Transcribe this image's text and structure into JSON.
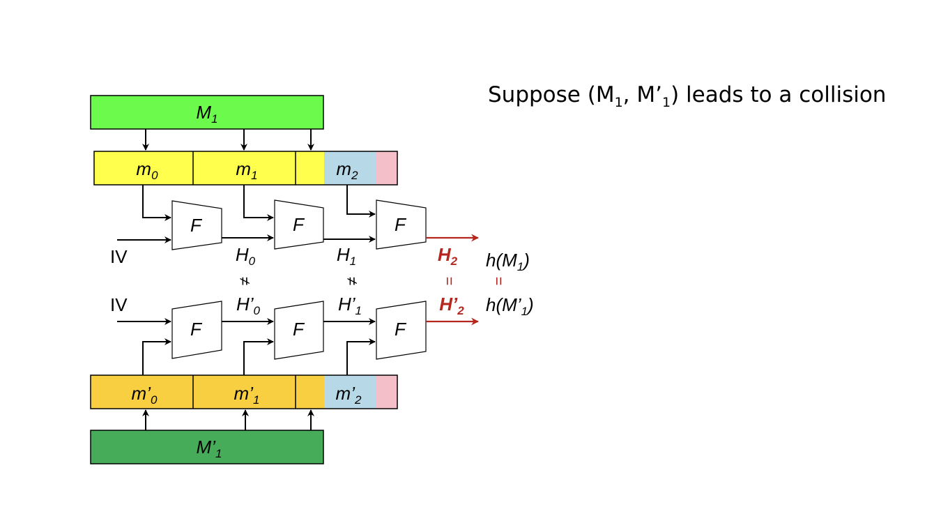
{
  "headline": {
    "prefix": "Suppose (M",
    "sub1": "1",
    "mid": ", M’",
    "sub2": "1",
    "suffix": ") leads to a collision"
  },
  "top": {
    "message_block": {
      "base": "M",
      "sub": "1"
    },
    "blocks": [
      {
        "base": "m",
        "sub": "0"
      },
      {
        "base": "m",
        "sub": "1"
      },
      {
        "base": "m",
        "sub": "2"
      }
    ],
    "iv": "IV",
    "compress_labels": [
      "F",
      "F",
      "F"
    ],
    "chain": [
      {
        "base": "H",
        "sub": "0"
      },
      {
        "base": "H",
        "sub": "1"
      },
      {
        "base": "H",
        "sub": "2"
      }
    ],
    "hash": {
      "pre": "h(M",
      "sub": "1",
      "post": ")"
    }
  },
  "bottom": {
    "message_block": {
      "base": "M’",
      "sub": "1"
    },
    "blocks": [
      {
        "base": "m’",
        "sub": "0"
      },
      {
        "base": "m’",
        "sub": "1"
      },
      {
        "base": "m’",
        "sub": "2"
      }
    ],
    "iv": "IV",
    "compress_labels": [
      "F",
      "F",
      "F"
    ],
    "chain": [
      {
        "base": "H’",
        "sub": "0"
      },
      {
        "base": "H’",
        "sub": "1"
      },
      {
        "base": "H’",
        "sub": "2"
      }
    ],
    "hash": {
      "pre": "h(M’",
      "sub": "1",
      "post": ")"
    }
  },
  "relations": {
    "not_equal": "≠",
    "equal": "="
  },
  "colors": {
    "message_top": "#6cfb4c",
    "message_bottom": "#46ac5a",
    "blocks_top": "#ffff4d",
    "blocks_bottom": "#f8cf40",
    "last_block": "#b7d8e6",
    "padding": "#f5bfc9",
    "collision": "#b5261e"
  }
}
